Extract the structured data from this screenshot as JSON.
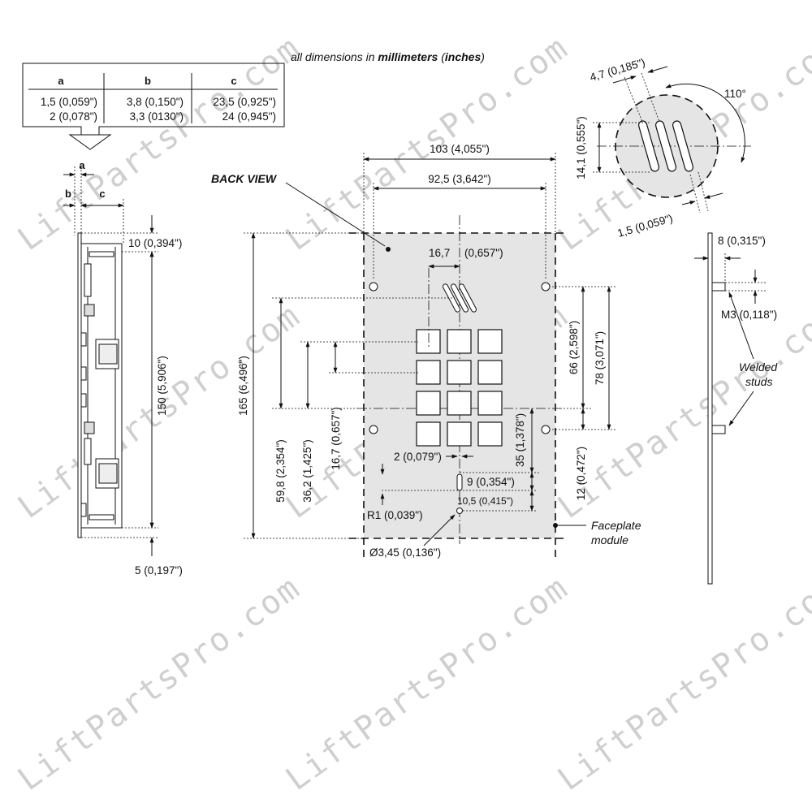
{
  "header_note": {
    "prefix": "all dimensions in ",
    "unit": "millimeters",
    "paren_open": " (",
    "unit_alt": "inches",
    "paren_close": ")"
  },
  "table": {
    "columns": [
      "a",
      "b",
      "c"
    ],
    "rows": [
      [
        "1,5 (0,059\")",
        "3,8 (0,150\")",
        "23,5 (0,925\")"
      ],
      [
        "2 (0,078\")",
        "3,3 (0130\")",
        "24 (0,945\")"
      ]
    ]
  },
  "side_view": {
    "label_a": "a",
    "label_b": "b",
    "label_c": "c",
    "dim_top": "10 (0,394\")",
    "dim_height": "150 (5,906\")",
    "dim_bottom": "5 (0,197\")"
  },
  "back_view": {
    "title": "BACK VIEW",
    "dim_overall_width": "103 (4,055\")",
    "dim_hole_spacing": "92,5 (3,642\")",
    "dim_key_pitch_h": "16,7",
    "dim_key_pitch_h_in": "(0,657\")",
    "dim_overall_height": "165 (6,496\")",
    "dim_59_8": "59,8 (2,354\")",
    "dim_36_2": "36,2 (1,425\")",
    "dim_key_pitch_v": "16,7 (0,657\")",
    "dim_66": "66 (2,598\")",
    "dim_78": "78 (3,071\")",
    "dim_35": "35 (1,378\")",
    "dim_12": "12 (0,472\")",
    "dim_slot_width": "2 (0,079\")",
    "dim_slot_len": "9 (0,354\")",
    "dim_10_5": "10,5 (0,415\")",
    "dim_radius": "R1 (0,039\")",
    "dim_hole": "Ø3,45 (0,136\")",
    "faceplate_label_1": "Faceplate",
    "faceplate_label_2": "module"
  },
  "detail_view": {
    "dim_slot_pitch": "4,7 (0,185\")",
    "dim_angle": "110°",
    "dim_slot_length": "14,1 (0,555\")",
    "dim_slot_width": "1,5 (0,059\")"
  },
  "right_view": {
    "dim_stud_length": "8 (0,315\")",
    "dim_thread": "M3 (0,118\")",
    "label_line_1": "Welded",
    "label_line_2": "studs"
  },
  "watermark": "LiftPartsPro.com"
}
